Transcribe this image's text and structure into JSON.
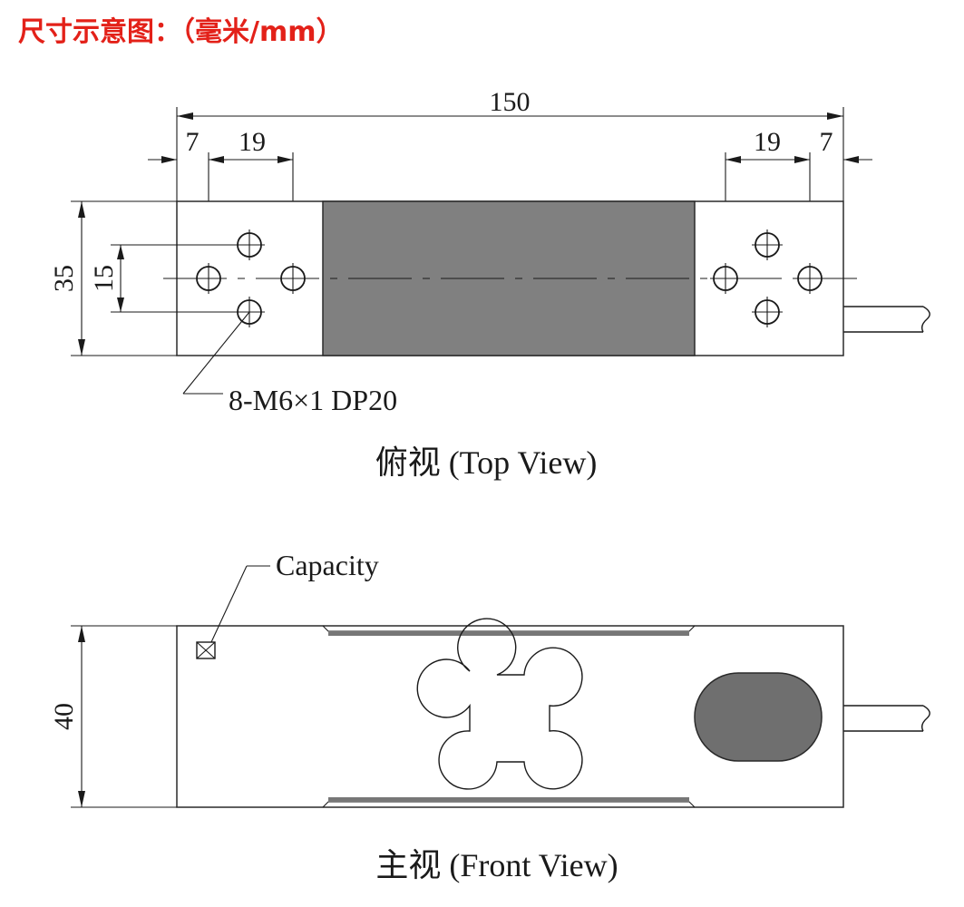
{
  "title": "尺寸示意图：（毫米/mm）",
  "top_view": {
    "overall_length": "150",
    "left_edge_offset": "7",
    "left_hole_spacing": "19",
    "right_hole_spacing": "19",
    "right_edge_offset": "7",
    "width": "35",
    "hole_pitch": "15",
    "hole_callout": "8-M6×1 DP20",
    "caption": "俯视 (Top View)"
  },
  "front_view": {
    "capacity_label": "Capacity",
    "height": "40",
    "caption": "主视 (Front View)"
  },
  "colors": {
    "title": "#e32119",
    "gauge_fill": "#808080",
    "line": "#1a1a1a"
  }
}
